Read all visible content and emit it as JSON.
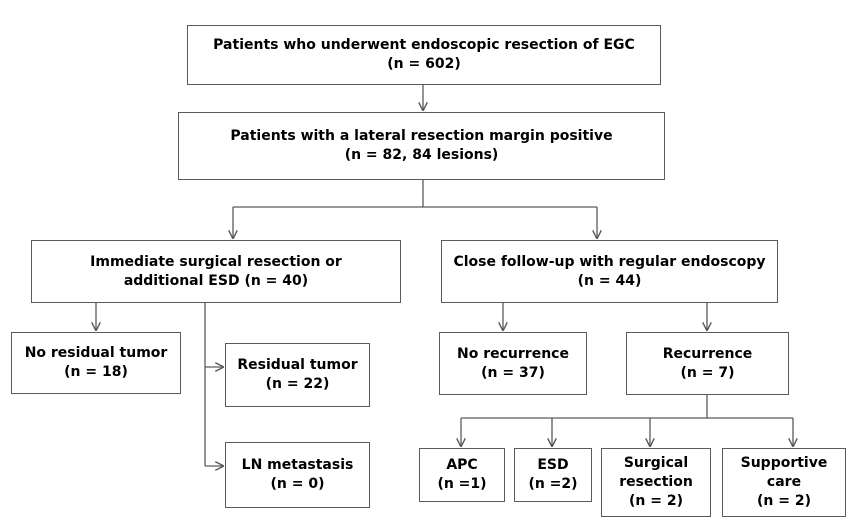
{
  "flowchart": {
    "total": {
      "line1": "Patients who underwent endoscopic resection of EGC",
      "line2": "(n = 602)"
    },
    "margin_positive": {
      "line1": "Patients with a lateral resection margin positive",
      "line2": "(n = 82, 84 lesions)"
    },
    "immediate": {
      "line1": "Immediate surgical resection or",
      "line2": "additional ESD (n = 40)"
    },
    "followup": {
      "line1": "Close follow-up with regular endoscopy",
      "line2": "(n = 44)"
    },
    "no_residual": {
      "line1": "No residual tumor",
      "line2": "(n = 18)"
    },
    "residual": {
      "line1": "Residual tumor",
      "line2": "(n = 22)"
    },
    "ln_metastasis": {
      "line1": "LN metastasis",
      "line2": "(n = 0)"
    },
    "no_recurrence": {
      "line1": "No recurrence",
      "line2": "(n = 37)"
    },
    "recurrence": {
      "line1": "Recurrence",
      "line2": "(n = 7)"
    },
    "apc": {
      "line1": "APC",
      "line2": "(n =1)"
    },
    "esd": {
      "line1": "ESD",
      "line2": "(n =2)"
    },
    "surgical": {
      "line1": "Surgical",
      "line2": "resection",
      "line3": "(n = 2)"
    },
    "supportive": {
      "line1": "Supportive",
      "line2": "care",
      "line3": "(n = 2)"
    }
  },
  "colors": {
    "border": "#5a5a5a",
    "line": "#5a5a5a",
    "text": "#000000"
  }
}
